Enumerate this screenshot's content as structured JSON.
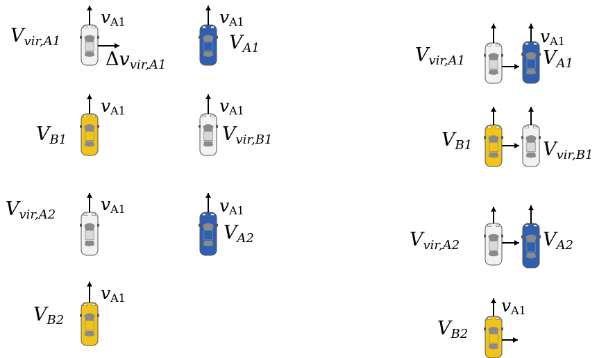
{
  "labels": {
    "v_a1": {
      "sym": "v",
      "sub": "A1"
    },
    "V_vir_A1": {
      "sym": "V",
      "sub": "vir,A1"
    },
    "V_A1": {
      "sym": "V",
      "sub": "A1"
    },
    "V_B1": {
      "sym": "V",
      "sub": "B1"
    },
    "V_vir_B1": {
      "sym": "V",
      "sub": "vir,B1"
    },
    "V_vir_A2": {
      "sym": "V",
      "sub": "vir,A2"
    },
    "V_A2": {
      "sym": "V",
      "sub": "A2"
    },
    "V_B2": {
      "sym": "V",
      "sub": "B2"
    },
    "delta_v_vir_A1": {
      "delta": "Δ",
      "sym": "v",
      "sub": "vir,A1"
    }
  },
  "colors": {
    "white_car": "#f2f2f2",
    "blue_car": "#2f5fb0",
    "yellow_car": "#f0c419",
    "glass": "#8a8a8a",
    "outline": "#555555",
    "arrow": "#000000"
  }
}
